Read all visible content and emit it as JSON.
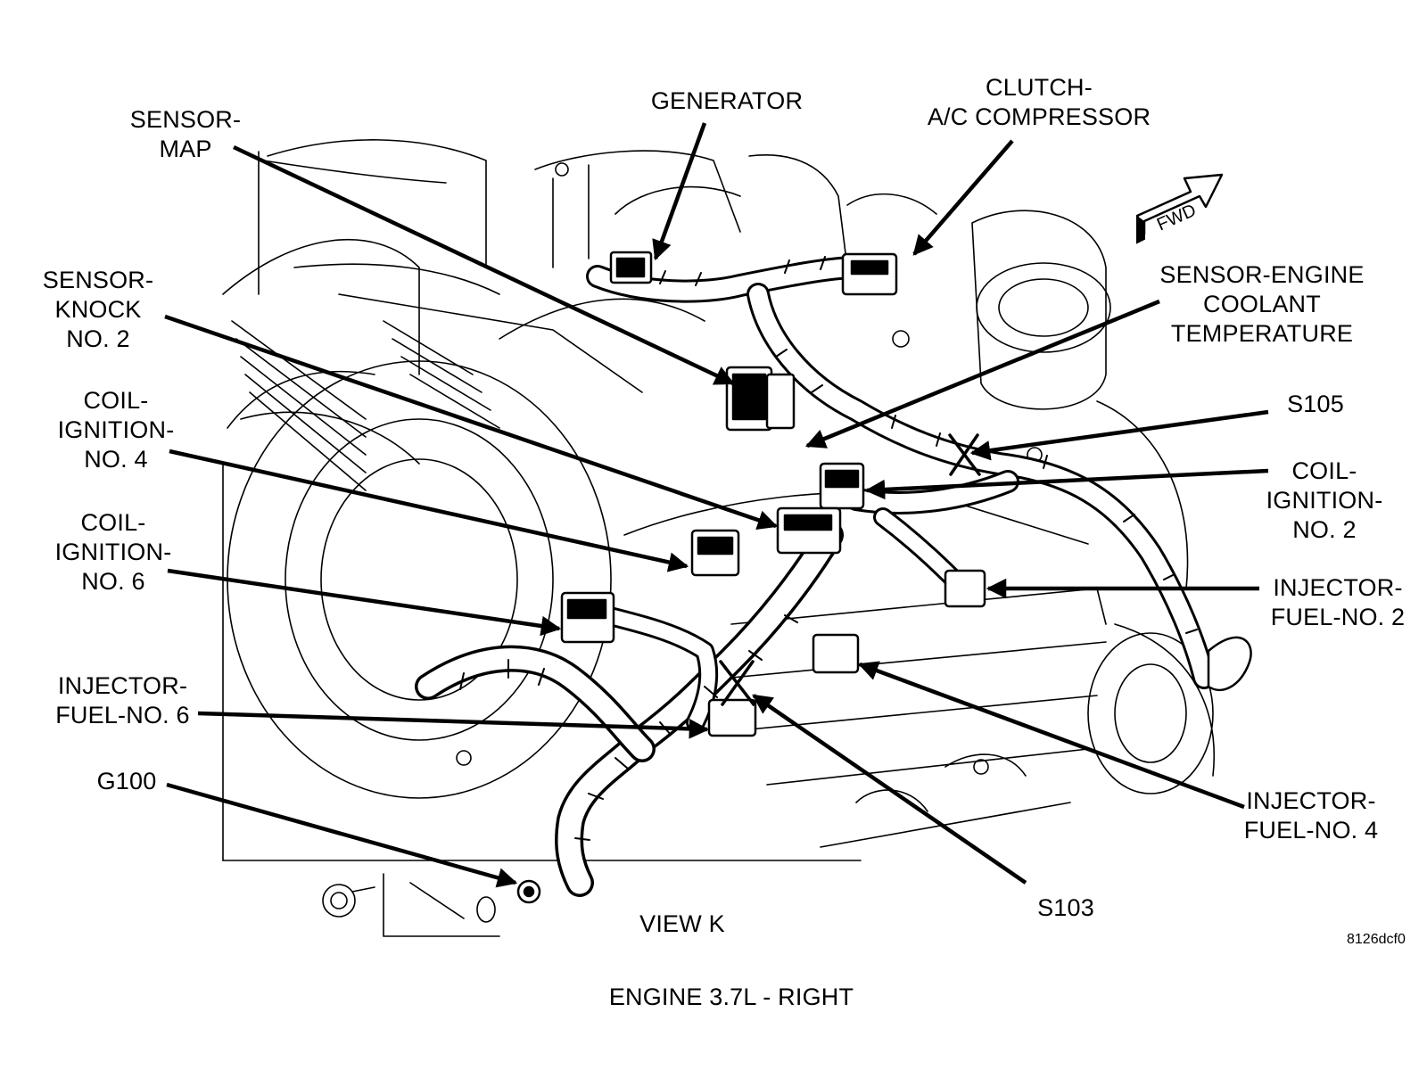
{
  "labels": {
    "sensor_map": [
      "SENSOR-",
      "MAP"
    ],
    "generator": [
      "GENERATOR"
    ],
    "clutch_ac": [
      "CLUTCH-",
      "A/C COMPRESSOR"
    ],
    "sensor_knock": [
      "SENSOR-",
      "KNOCK",
      "NO. 2"
    ],
    "sensor_ect": [
      "SENSOR-ENGINE",
      "COOLANT",
      "TEMPERATURE"
    ],
    "coil_4": [
      "COIL-",
      "IGNITION-",
      "NO. 4"
    ],
    "s105": [
      "S105"
    ],
    "coil_2": [
      "COIL-",
      "IGNITION-",
      "NO. 2"
    ],
    "coil_6": [
      "COIL-",
      "IGNITION-",
      "NO. 6"
    ],
    "injector_2": [
      "INJECTOR-",
      "FUEL-NO. 2"
    ],
    "injector_6": [
      "INJECTOR-",
      "FUEL-NO. 6"
    ],
    "g100": [
      "G100"
    ],
    "injector_4": [
      "INJECTOR-",
      "FUEL-NO. 4"
    ],
    "s103": [
      "S103"
    ]
  },
  "fwd_arrow": "FWD",
  "view_label": "VIEW K",
  "figure_code": "8126dcf0",
  "caption": "ENGINE 3.7L - RIGHT",
  "colors": {
    "ink": "#000000",
    "paper": "#ffffff"
  }
}
